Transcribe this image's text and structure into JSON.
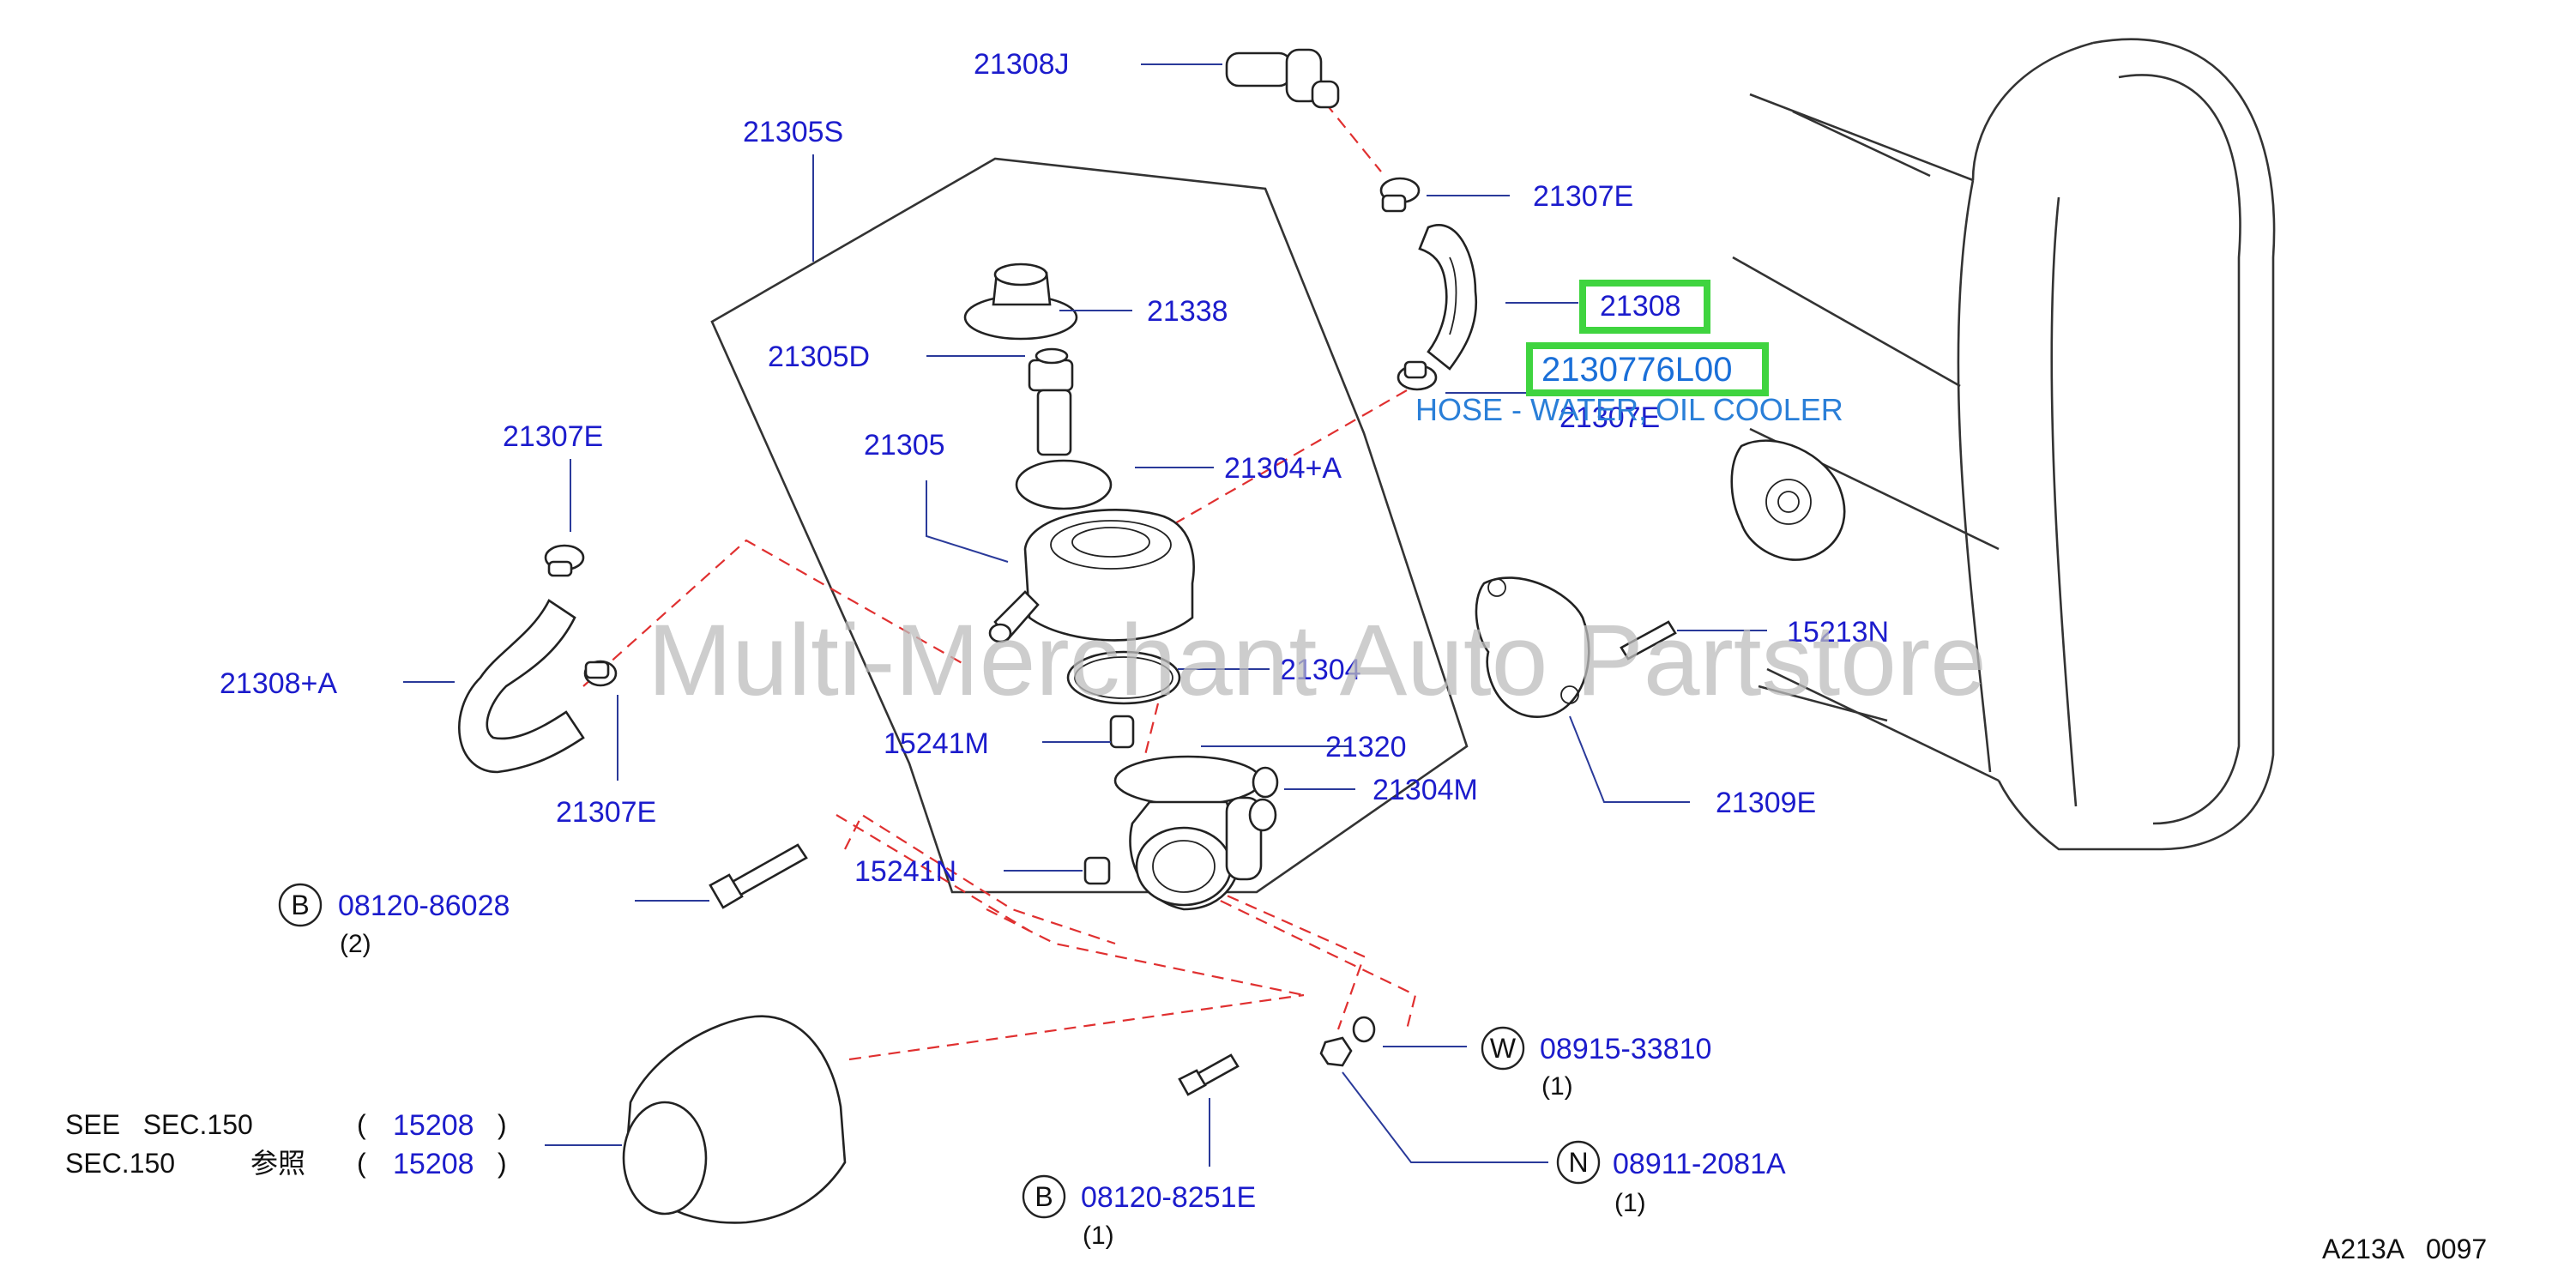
{
  "labels": {
    "p21308J": "21308J",
    "p21305S": "21305S",
    "p21307E_top": "21307E",
    "p21338": "21338",
    "p21308": "21308",
    "p21305D": "21305D",
    "p21307E_mid": "21307E",
    "p21305": "21305",
    "p21304A": "21304+A",
    "p21307E_left": "21307E",
    "p21308A": "21308+A",
    "p21304": "21304",
    "p15213N": "15213N",
    "p15241M": "15241M",
    "p21320": "21320",
    "p21304M": "21304M",
    "p21307E_lower": "21307E",
    "p21309E": "21309E",
    "p15241N": "15241N",
    "p08120_86028": "08120-86028",
    "p08915_33810": "08915-33810",
    "p15208_a": "15208",
    "p15208_b": "15208",
    "p08911_2081A": "08911-2081A",
    "p08120_8251E": "08120-8251E"
  },
  "highlight": {
    "part_number": "2130776L00",
    "description": "HOSE - WATER, OIL COOLER"
  },
  "symbols": {
    "bolt_a": "B",
    "bolt_b": "B",
    "washer": "W",
    "nut": "N"
  },
  "quantities": {
    "q_bolt_a": "(2)",
    "q_washer": "(1)",
    "q_nut": "(1)",
    "q_bolt_b": "(1)"
  },
  "see_section": {
    "line1_prefix": "SEE   SEC.150",
    "line2_prefix": "SEC.150",
    "line2_ref": "参照",
    "paren_open": "(",
    "paren_close": ")"
  },
  "watermark": "Multi-Merchant Auto Partstore",
  "diagram_code": "A213A   0097",
  "colors": {
    "label": "#1c1ccc",
    "highlight_box": "#3fd43f",
    "highlight_text": "#1a6fd8",
    "dashed": "#e03030"
  }
}
